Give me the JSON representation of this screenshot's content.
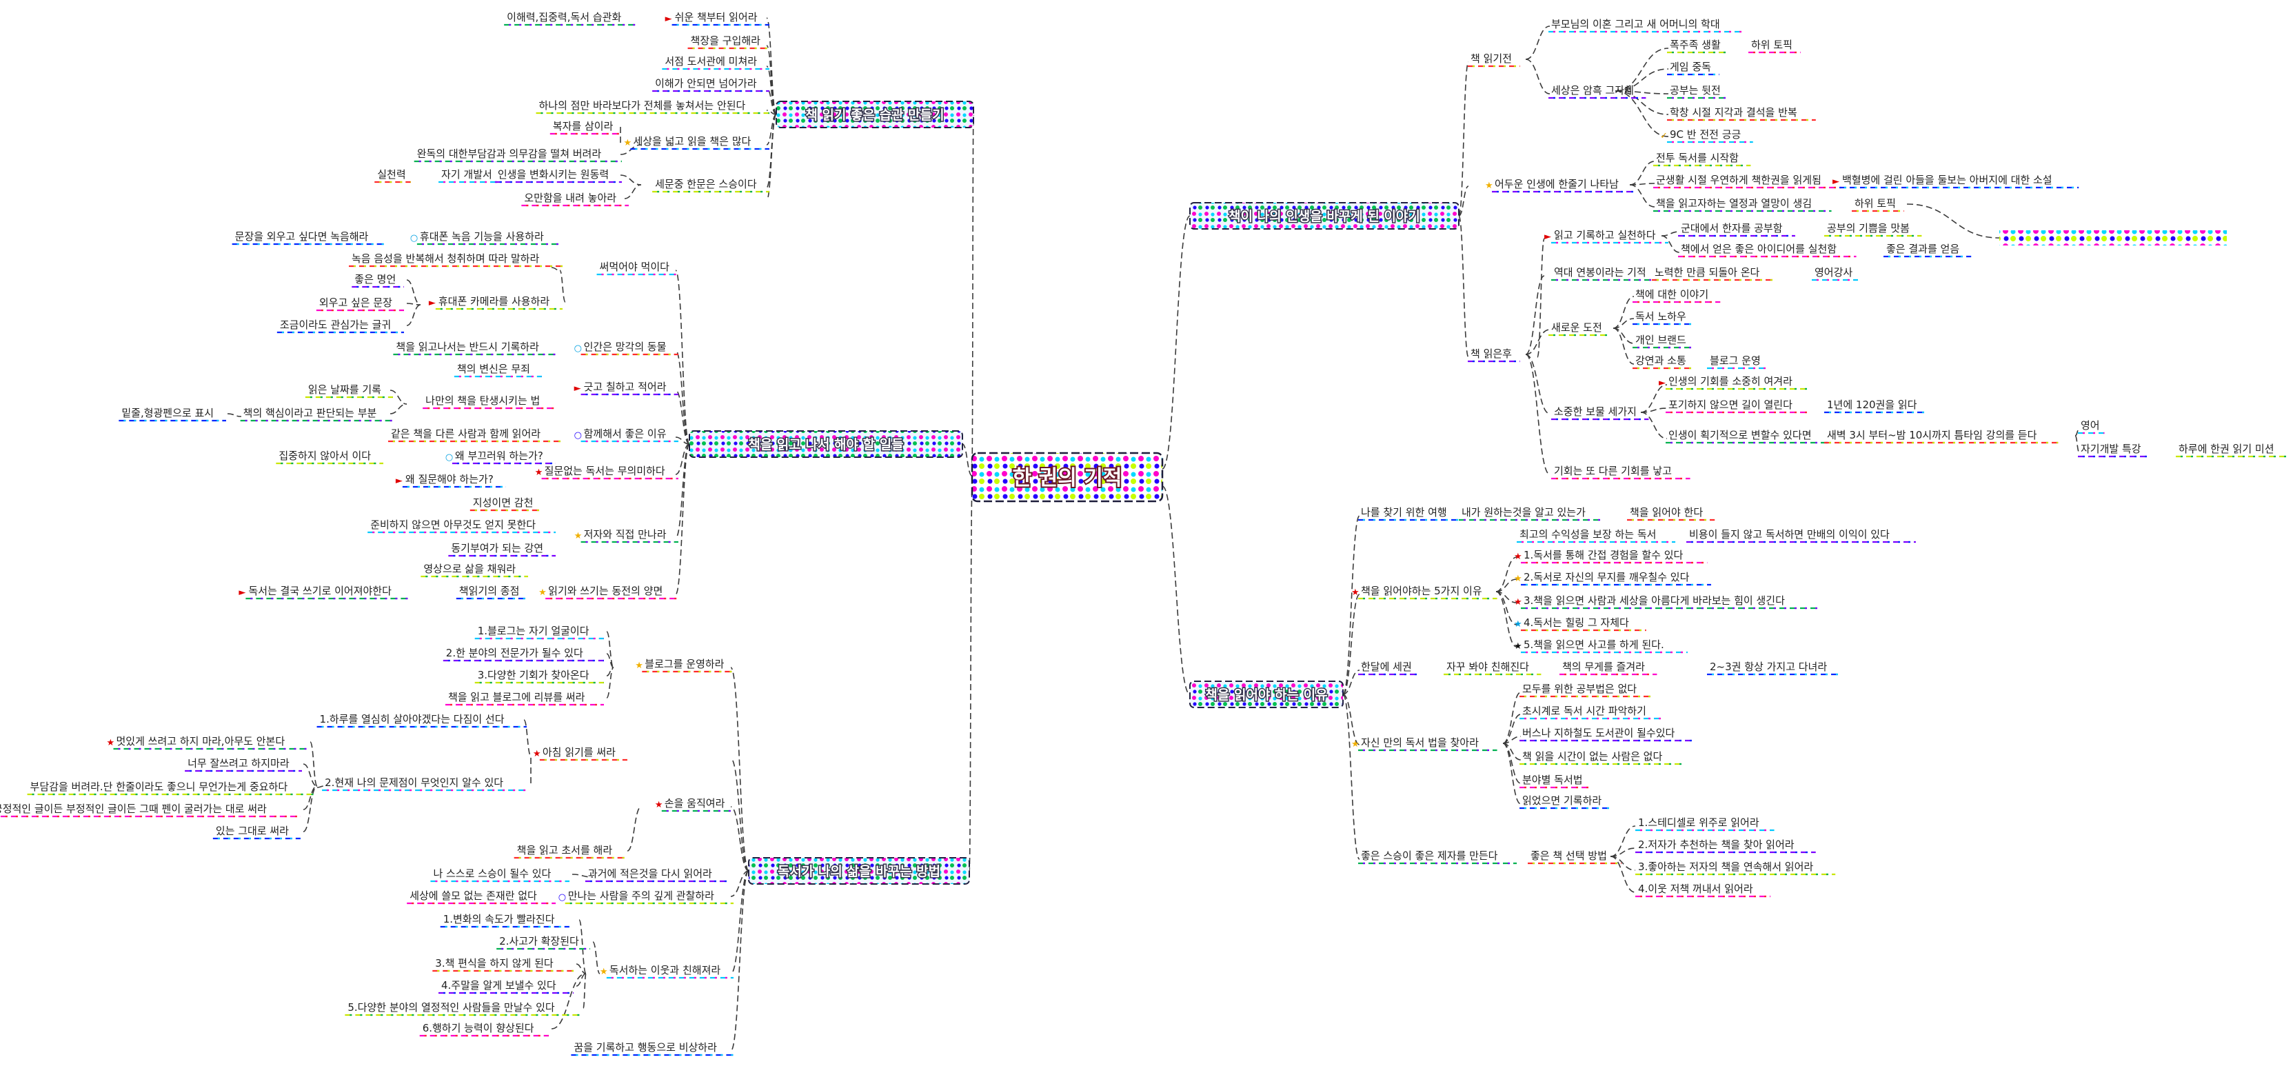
{
  "colors": {
    "underline": [
      "#ff2a2a",
      "#00c8ff",
      "#7a00ff",
      "#c8e600",
      "#ff00cc",
      "#0026ff",
      "#00b050"
    ],
    "line": "#3a3a3a",
    "root_fill": "#ff00d4",
    "branch_fill": "#e8f0ff",
    "dot_a": "#ff00cc",
    "dot_b": "#00e0ff",
    "dot_c": "#2200ff",
    "dot_d": "#d8ff00"
  },
  "root": "한 권의 기적",
  "branches": {
    "tr": "책이 나의 인생을 바꾸게 된 이야기",
    "br": "책을 읽어야 하는 이유",
    "tl": "책 읽기 좋은 습관 만들기",
    "ml": "책을 읽고 나서 해야 할 일들",
    "bl": "독서가 나의 삶을 바꾸는 방법"
  },
  "tr": {
    "before": "책 읽기전",
    "parents": "부모님의 이혼 그리고 새 어머니의 학대",
    "world": "세상은 암흑 그자체",
    "runaway": "폭주족 생활",
    "low1": "하위 토픽",
    "game": "게임 중독",
    "nostudy": "공부는 뒷전",
    "late": "학창 시절 지각과 결석을 반복",
    "ninth": "9C 반 전전 긍긍",
    "life_light": "어두운 인생에 한줄기 나타남",
    "start": "전투 독서를 시작함",
    "army": "군생활 시절 우연하게 책한권을 읽게됨",
    "book_title": "백혈병에 걸린 아들을 둘보는 아버지에 대한 소설",
    "passion": "책을 읽고자하는 열정과 열망이 생김",
    "low2": "하위 토픽",
    "record": "읽고 기록하고 실천하다",
    "hanja": "군대에서 한자를 공부함",
    "taste": "공부의 기쁨을 맛봄",
    "idea": "책에서 얻은 좋은 아이디어를 실천함",
    "result": "좋은 결과를 얻음",
    "miracle": "역대 연봉이라는 기적",
    "effort": "노력한 만큼 되돌아 온다",
    "teacher": "영어강사",
    "after": "책 읽은후",
    "challenge": "새로운 도전",
    "story": "책에 대한 이야기",
    "knowhow": "독서 노하우",
    "brand": "개인 브랜드",
    "lecture": "강연과 소통",
    "blog": "블로그 운영",
    "precious": "소중한 보물 세가지",
    "chance": "인생의 기회를 소중히 여겨라",
    "giveup": "포기하지 않으면 길이 열린다",
    "year": "1년에 120권을 읽다",
    "change": "인생이 획기적으로 변할수 있다면",
    "dawn": "새벽 3시 부터~밤 10시까지 틈타임 강의를 듣다",
    "english": "영어",
    "self": "자기개발 특강",
    "daily": "하루에 한권 읽기 미션",
    "opp": "기회는 또 다른 기회를 낳고"
  },
  "br": {
    "dream": "나를 찾기 위한 여행",
    "want": "내가 원하는것을 알고 있는가",
    "must": "책을 읽어야 한다",
    "best": "최고의 수익성을 보장 하는 독서",
    "cost": "비용이 들지 않고 독서하면 만배의 이익이 있다",
    "reasons": "책을 읽어야하는 5가지 이유",
    "r1": "1.독서를 통해 간접 경험을 할수 있다",
    "r2": "2.독서로 자신의 무지를 깨우칠수 있다",
    "r3": "3.책을 읽으면 사람과 세상을 아름다게 바라보는 힘이 생긴다",
    "r4": "4.독서는 힐링 그 자체다",
    "r5": "5.책을 읽으면 사고를 하게 된다.",
    "invest": "한달에 세권",
    "often": "자꾸 봐야 친해진다",
    "weight": "책의 무게를 즐겨라",
    "carry": "2~3권 항상 가지고 다녀라",
    "mine": "자신 만의 독서 법을 찾아라",
    "none": "모두를 위한 공부법은 없다",
    "early": "초시계로 독서 시간 파악하기",
    "bus": "버스나 지하철도 도서관이 될수있다",
    "notime": "책 읽을 시간이 없는 사람은 없다",
    "split": "분야별 독서법",
    "write": "읽었으면 기록하라",
    "teacher2": "좋은 스승이 좋은 제자를 만든다",
    "select": "좋은 책 선택 방법",
    "s1": "1.스테디셀로 위주로 읽어라",
    "s2": "2.저자가 추천하는 책을 찾아 읽어라",
    "s3": "3.좋아하는 저자의 책을 연속해서 읽어라",
    "s4": "4.이웃 저책 꺼내서 읽어라"
  },
  "tl": {
    "habit": "이해력,집중력,독서 습관화",
    "easy": "쉬운 책부터 읽어라",
    "buy": "책장을 구입해라",
    "library": "서점 도서관에 미쳐라",
    "understand": "이해가 안되면 넘어가라",
    "whole": "하나의 점만 바라보다가 전체를 놓쳐서는 안된다",
    "repeat": "복자를 삼이라",
    "wide": "세상을 넓고 읽을 책은 많다",
    "complete": "완독의 대한부담감과 의무감을 떨쳐 버려라",
    "practice": "실천력",
    "selfdev": "자기 개발서",
    "human": "인생을 변화시키는 원동력",
    "hook": "세문중 한문은 스승이다",
    "pride": "오만함을 내려 놓아라"
  },
  "ml": {
    "memo": "문장을 외우고 싶다면 녹음해라",
    "phone_rec": "휴대폰 녹음 기능을 사용하라",
    "voice": "녹음 음성을 반복해서 청취하며 따라 말하라",
    "must_write": "써먹어야 먹이다",
    "good": "좋은 명언",
    "cam": "휴대폰 카메라를 사용하라",
    "want_sent": "외우고 싶은 문장",
    "interest": "조금이라도 관심가는 글귀",
    "forget": "책을 읽고나서는 반드시 기록하라",
    "animal": "인간은 망각의 동물",
    "clean": "책의 변신은 무죄",
    "draw": "긋고 칠하고 적어라",
    "date": "읽은 날짜를 기록",
    "mybook": "나만의 책을 탄생시키는 법",
    "mark": "밑줄,형광펜으로 표시",
    "core": "책의 핵심이라고 판단되는 부분",
    "same": "같은 책을 다른 사람과 함께 읽어라",
    "together": "함께해서 좋은 이유",
    "why_share": "왜 부끄러워 하는가?",
    "focus": "집중하지 않아서 이다",
    "question": "질문없는 독서는 무의미하다",
    "why_q": "왜 질문해야 하는가?",
    "meet": "저자와 직접 만나라",
    "insight": "지성이면 감천",
    "prepare": "준비하지 않으면 아무것도 얻지 못한다",
    "motive": "동기부여가 되는 강연",
    "video": "영상으로 삶을 채워라",
    "both": "읽기와 쓰기는 동전의 양면",
    "output": "독서는 결국 쓰기로 이어져야한다",
    "shelf": "책읽기의 종점"
  },
  "bl": {
    "blog": "블로그를 운영하라",
    "b1": "1.블로그는 자기 얼굴이다",
    "b2": "2.한 분야의 전문가가 될수 있다",
    "b3": "3.다양한 기회가 찾아온다",
    "b4": "책을 읽고 블로그에 리뷰를 써라",
    "night": "아침 읽기를 써라",
    "n1": "1.하루를 열심히 살아야겠다는 다짐이 선다",
    "n1a": "멋있게 쓰려고 하지 마라,아무도 안본다",
    "n2": "2.현재 나의 문제점이 무엇인지 알수 있다",
    "n2a": "너무 잘쓰려고 하지마라",
    "n2b": "부담감을 버려라.단 한줄이라도 좋으니 무언가는게 중요하다",
    "n2c": "긍정적인 글이든 부정적인 글이든 그때 펜이 굴러가는 대로 써라",
    "n2d": "있는 그대로 써라",
    "hand": "손을 움직여라",
    "h1": "책을 읽고 초서를 해라",
    "h2": "나 스스로 스승이 될수 있다",
    "h3": "과거에 적은것을 다시 읽어라",
    "careful": "만나는 사람을 주의 깊게 관찰하라",
    "c1": "세상에 쓸모 없는 존재란 없다",
    "friends": "독서하는 이웃과 친해져라",
    "f1": "1.변화의 속도가 빨라진다",
    "f2": "2.사고가 확장된다",
    "f3": "3.책 편식을 하지 않게 된다",
    "f4": "4.주말을 알게 보낼수 있다",
    "f5": "5.다양한 분야의 열정적인 사람들을 만날수 있다",
    "f6": "6.행하기 능력이 향상된다",
    "dream": "꿈을 기록하고 행동으로 비상하라"
  }
}
